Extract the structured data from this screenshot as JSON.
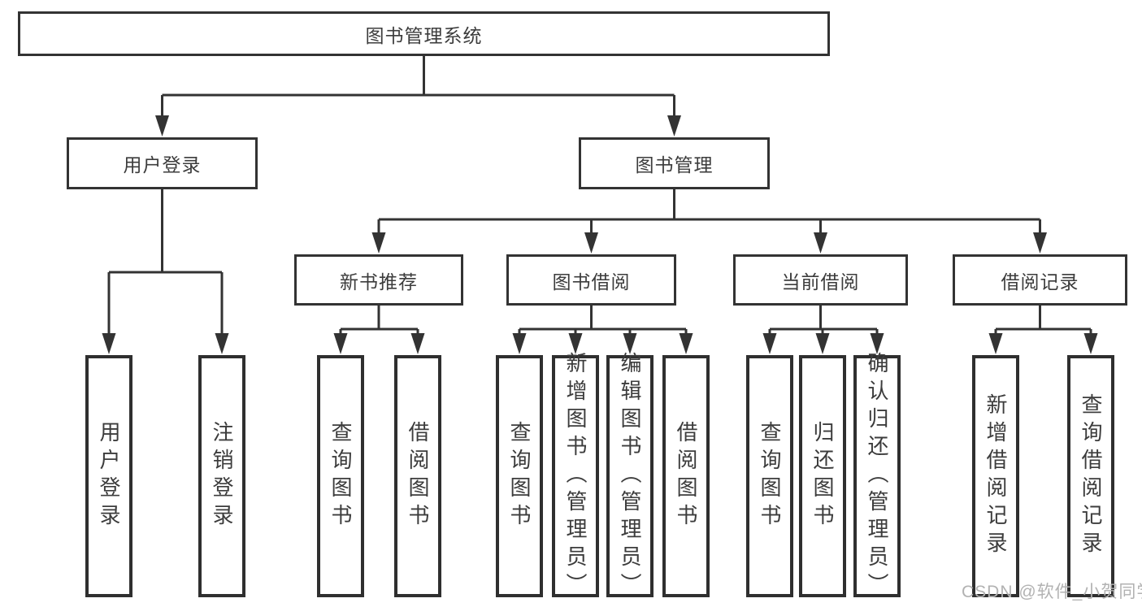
{
  "diagram": {
    "type": "hierarchy",
    "root": {
      "label": "图书管理系统"
    },
    "branches": [
      {
        "label": "用户登录",
        "children": [
          {
            "label": "用户登录"
          },
          {
            "label": "注销登录"
          }
        ]
      },
      {
        "label": "图书管理",
        "children": [
          {
            "label": "新书推荐",
            "children": [
              {
                "label": "查询图书"
              },
              {
                "label": "借阅图书"
              }
            ]
          },
          {
            "label": "图书借阅",
            "children": [
              {
                "label": "查询图书"
              },
              {
                "label": "新增图书（管理员）"
              },
              {
                "label": "编辑图书（管理员）"
              },
              {
                "label": "借阅图书"
              }
            ]
          },
          {
            "label": "当前借阅",
            "children": [
              {
                "label": "查询图书"
              },
              {
                "label": "归还图书"
              },
              {
                "label": "确认归还（管理员）"
              }
            ]
          },
          {
            "label": "借阅记录",
            "children": [
              {
                "label": "新增借阅记录"
              },
              {
                "label": "查询借阅记录"
              }
            ]
          }
        ]
      }
    ],
    "colors": {
      "line": "#333333",
      "box_border": "#2f2f2f",
      "text": "#3c3c3c",
      "background": "#ffffff"
    }
  },
  "watermark": {
    "text": "CSDN @软件_小贺同学",
    "color": "#b2b2b2"
  }
}
